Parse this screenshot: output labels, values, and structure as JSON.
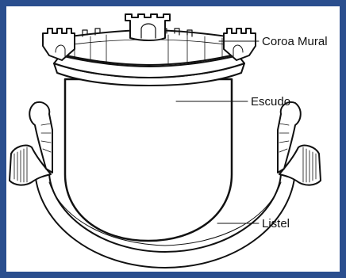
{
  "diagram": {
    "labels": {
      "crown": "Coroa Mural",
      "shield": "Escudo",
      "ribbon": "Listel"
    },
    "colors": {
      "background": "#2a4e8e",
      "panel": "#ffffff",
      "ink": "#111111"
    }
  }
}
